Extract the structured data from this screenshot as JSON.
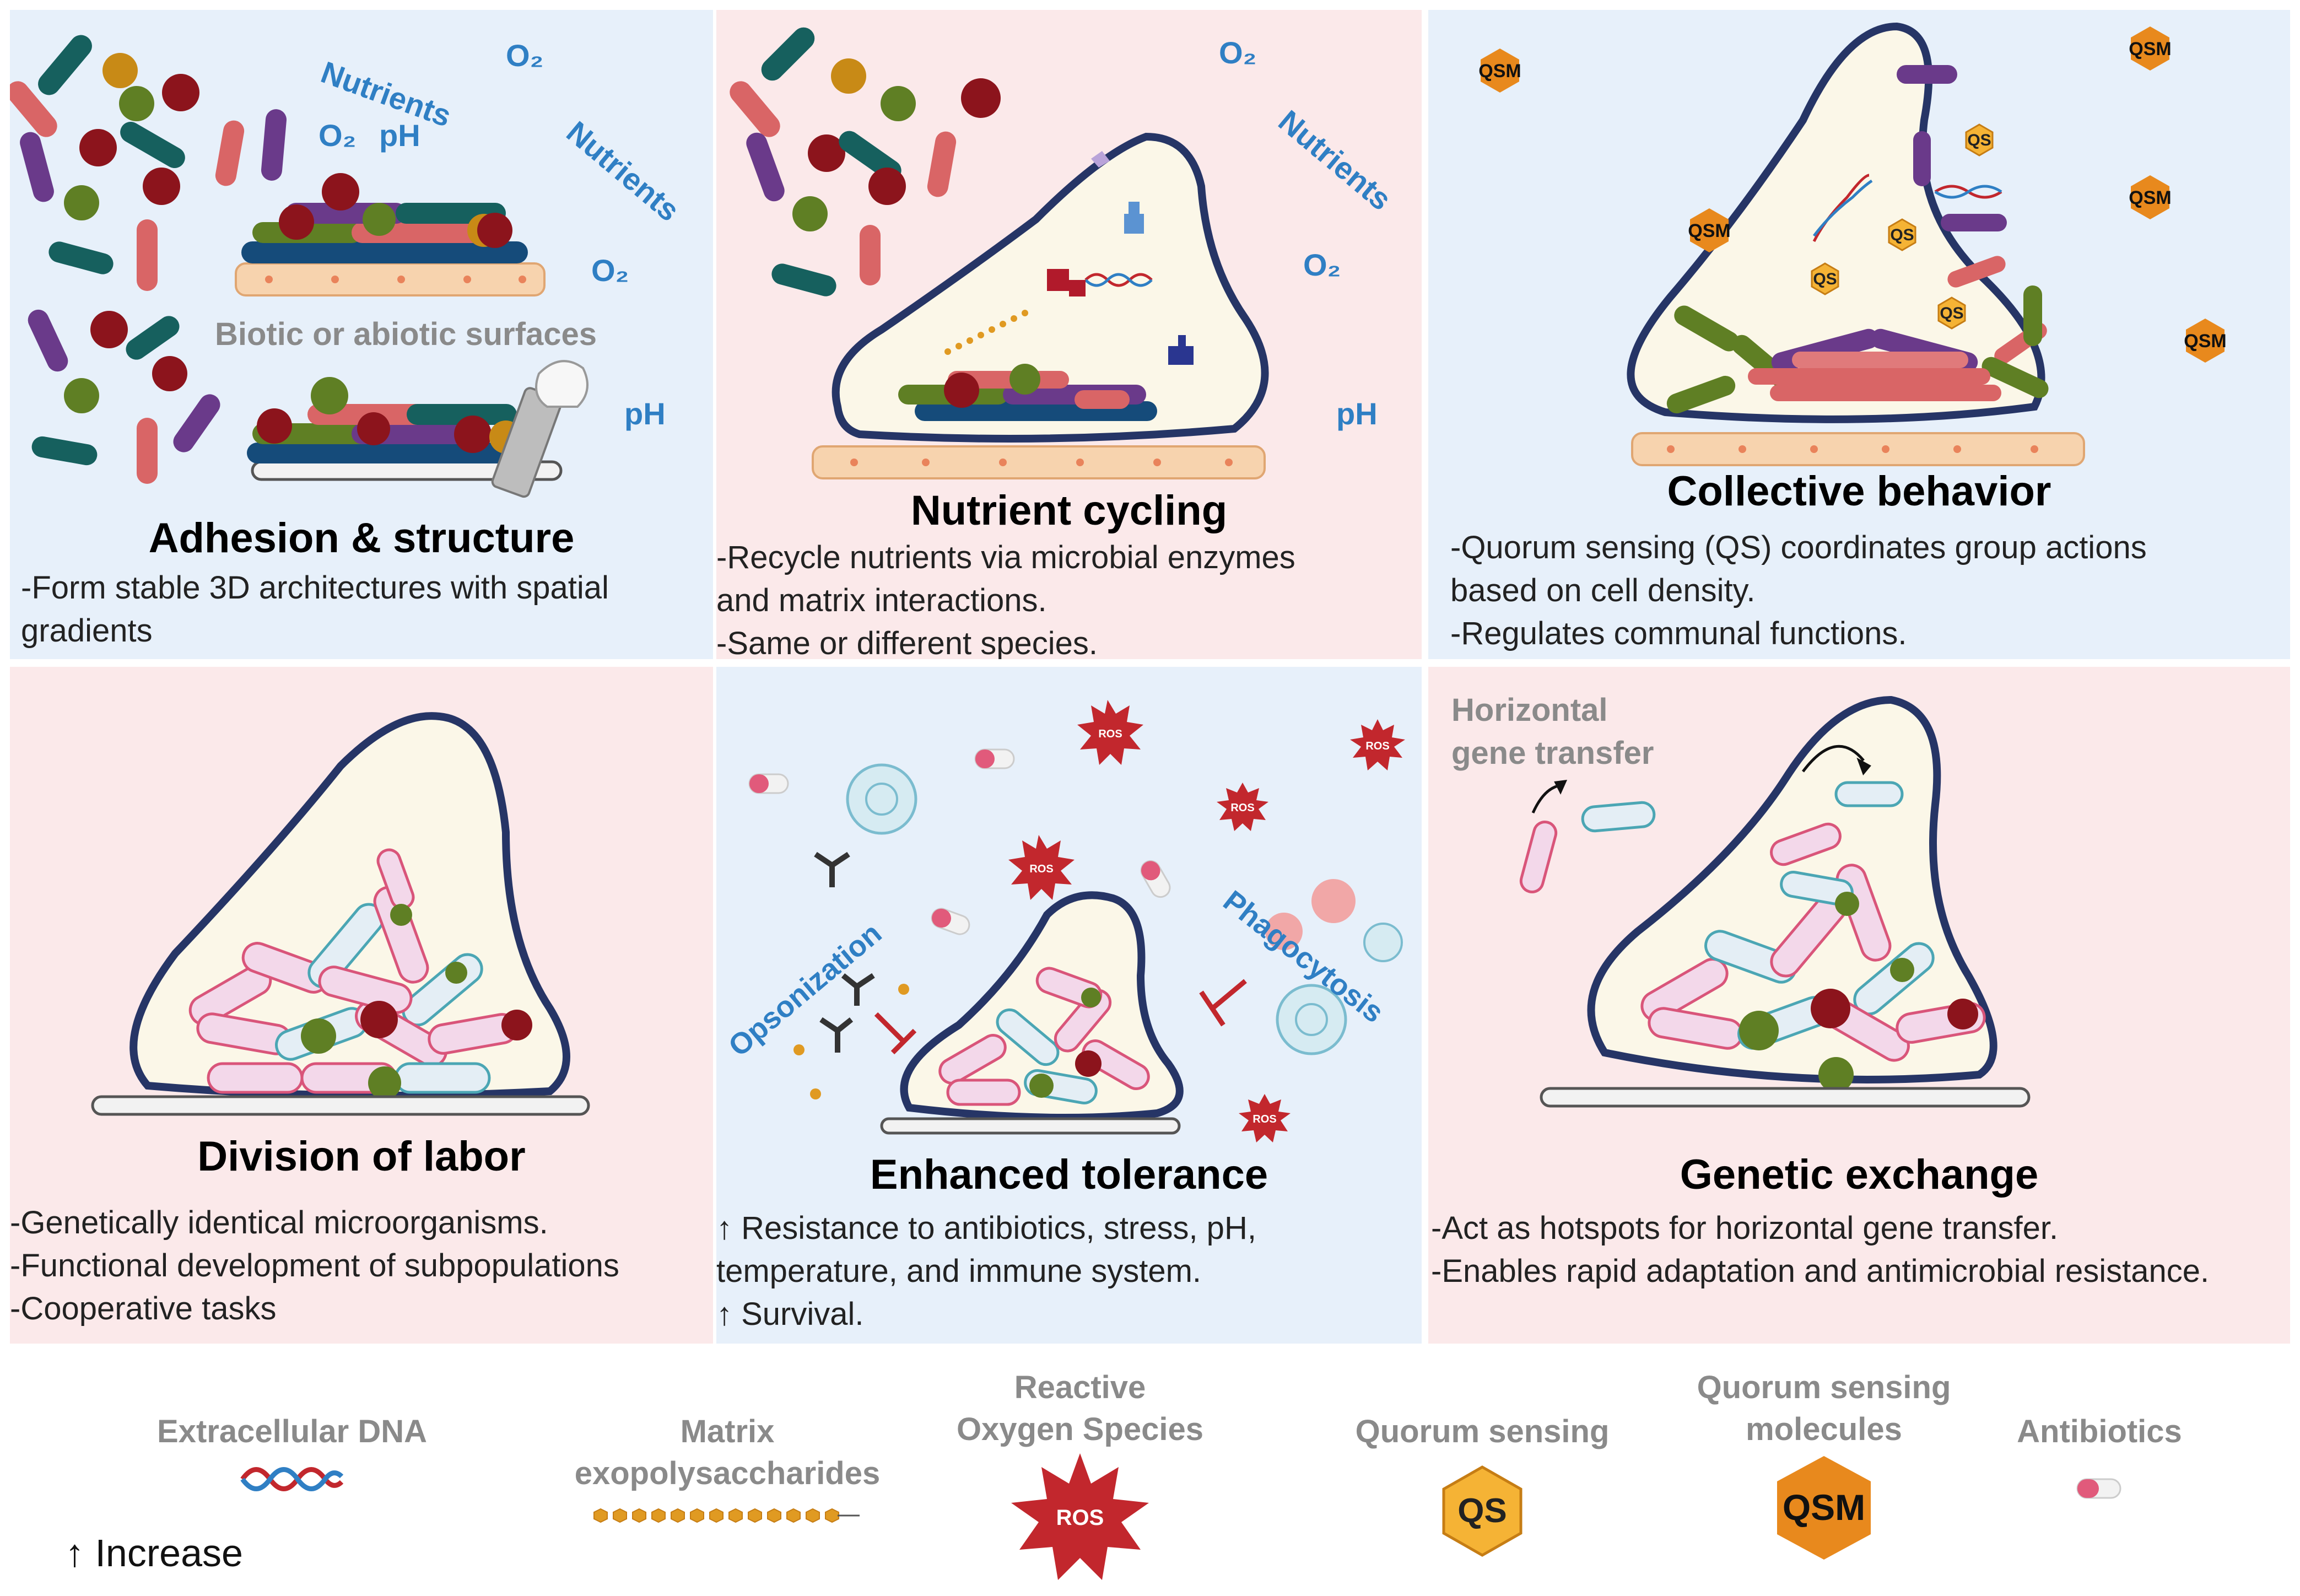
{
  "panels": [
    {
      "title": "Adhesion & structure",
      "desc": [
        "-Form stable 3D architectures with spatial",
        "gradients"
      ],
      "labels": {
        "nutrients1": "Nutrients",
        "nutrients2": "Nutrients",
        "o2a": "O₂",
        "o2b": "O₂",
        "o2c": "O₂",
        "ph1": "pH",
        "ph2": "pH",
        "surfaces": "Biotic or abiotic surfaces"
      }
    },
    {
      "title": "Nutrient cycling",
      "desc": [
        "-Recycle nutrients via microbial enzymes",
        "and matrix interactions.",
        "-Same or different species."
      ],
      "labels": {
        "o2a": "O₂",
        "o2b": "O₂",
        "nutrients": "Nutrients",
        "ph": "pH"
      }
    },
    {
      "title": "Collective behavior",
      "desc": [
        "-Quorum sensing (QS) coordinates group actions",
        "based on cell density.",
        "-Regulates communal functions."
      ],
      "labels": {
        "qsm": "QSM",
        "qs": "QS"
      }
    },
    {
      "title": "Division of labor",
      "desc": [
        "-Genetically identical microorganisms.",
        "-Functional development of subpopulations",
        "-Cooperative tasks"
      ]
    },
    {
      "title": "Enhanced tolerance",
      "desc": [
        "↑ Resistance to antibiotics, stress, pH,",
        "temperature, and immune system.",
        "↑  Survival."
      ],
      "labels": {
        "opsonization": "Opsonization",
        "phagocytosis": "Phagocytosis",
        "ros": "ROS"
      }
    },
    {
      "title": "Genetic exchange",
      "desc": [
        "-Act as hotspots for horizontal gene transfer.",
        "-Enables rapid adaptation and antimicrobial resistance."
      ],
      "labels": {
        "hgt": [
          "Horizontal",
          "gene transfer"
        ]
      }
    }
  ],
  "legend": {
    "edna": "Extracellular DNA",
    "matrix": [
      "Matrix",
      "exopolysaccharides"
    ],
    "ros": [
      "Reactive",
      "Oxygen Species"
    ],
    "ros_icon": "ROS",
    "qs": "Quorum sensing",
    "qs_icon": "QS",
    "qsm": [
      "Quorum sensing",
      "molecules"
    ],
    "qsm_icon": "QSM",
    "antibiotics": "Antibiotics",
    "increase": "↑ Increase"
  },
  "colors": {
    "blue_panel": "#e7f0fa",
    "pink_panel": "#fbe9ea",
    "biofilm_outline": "#263566",
    "label_blue": "#2f7fc4",
    "ros_red": "#c2272d",
    "qs_orange": "#f5b335",
    "qsm_orange": "#e8891d"
  }
}
